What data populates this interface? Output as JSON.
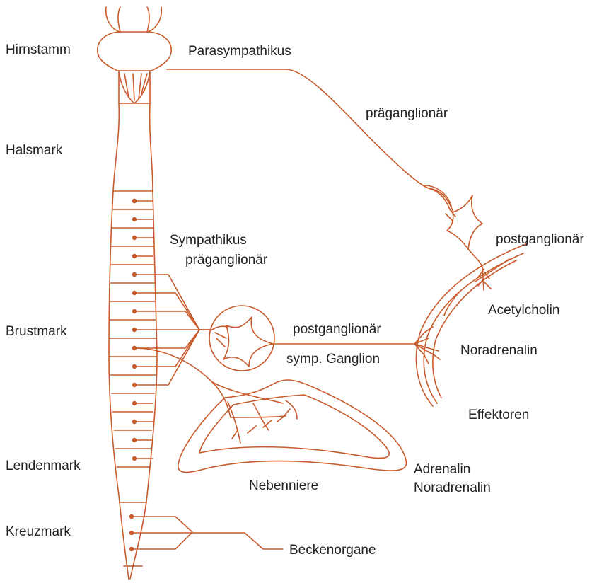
{
  "colors": {
    "line": "#c85a2b",
    "text": "#222222",
    "background": "#ffffff"
  },
  "regions": {
    "hirnstamm": "Hirnstamm",
    "halsmark": "Halsmark",
    "brustmark": "Brustmark",
    "lendenmark": "Lendenmark",
    "kreuzmark": "Kreuzmark"
  },
  "labels": {
    "parasympathikus": "Parasympathikus",
    "para_praeganglionaer": "präganglionär",
    "para_postganglionaer": "postganglionär",
    "sympathikus": "Sympathikus",
    "symp_praeganglionaer": "präganglionär",
    "symp_postganglionaer": "postganglionär",
    "symp_ganglion": "symp. Ganglion",
    "acetylcholin": "Acetylcholin",
    "noradrenalin": "Noradrenalin",
    "effektoren": "Effektoren",
    "adrenalin": "Adrenalin",
    "nebenniere_noradrenalin": "Noradrenalin",
    "nebenniere": "Nebenniere",
    "beckenorgane": "Beckenorgane"
  }
}
